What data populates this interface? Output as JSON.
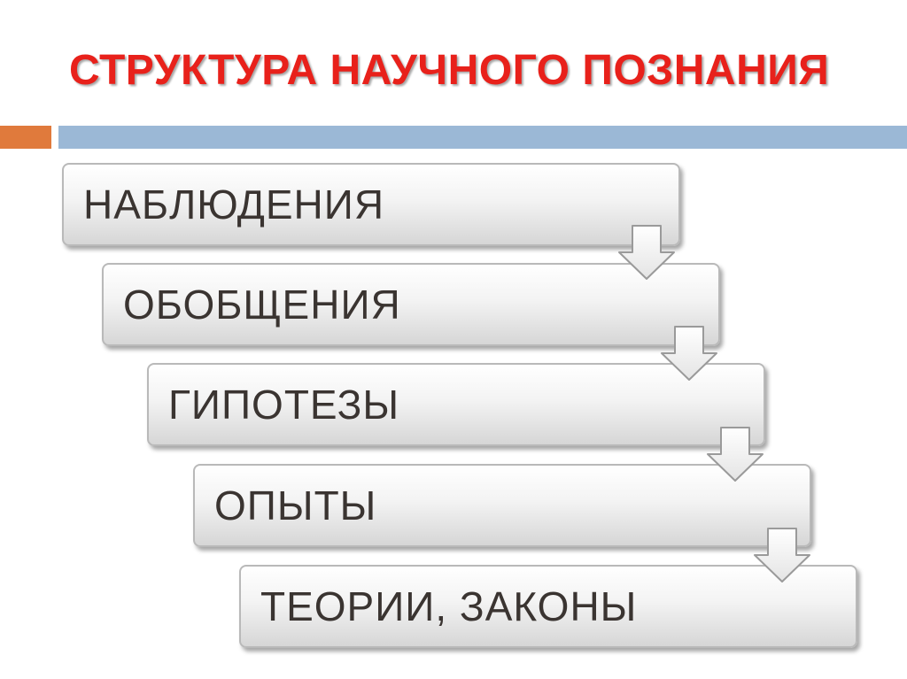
{
  "title": "СТРУКТУРА НАУЧНОГО ПОЗНАНИЯ",
  "colors": {
    "title": "#e8211b",
    "accent_orange": "#e07a3c",
    "accent_blue": "#9bb8d6",
    "step_text": "#3a3431"
  },
  "steps": [
    {
      "label": "НАБЛЮДЕНИЯ"
    },
    {
      "label": "ОБОБЩЕНИЯ"
    },
    {
      "label": "ГИПОТЕЗЫ"
    },
    {
      "label": "ОПЫТЫ"
    },
    {
      "label": "ТЕОРИИ, ЗАКОНЫ"
    }
  ],
  "connector_icon": "down-arrow-icon"
}
